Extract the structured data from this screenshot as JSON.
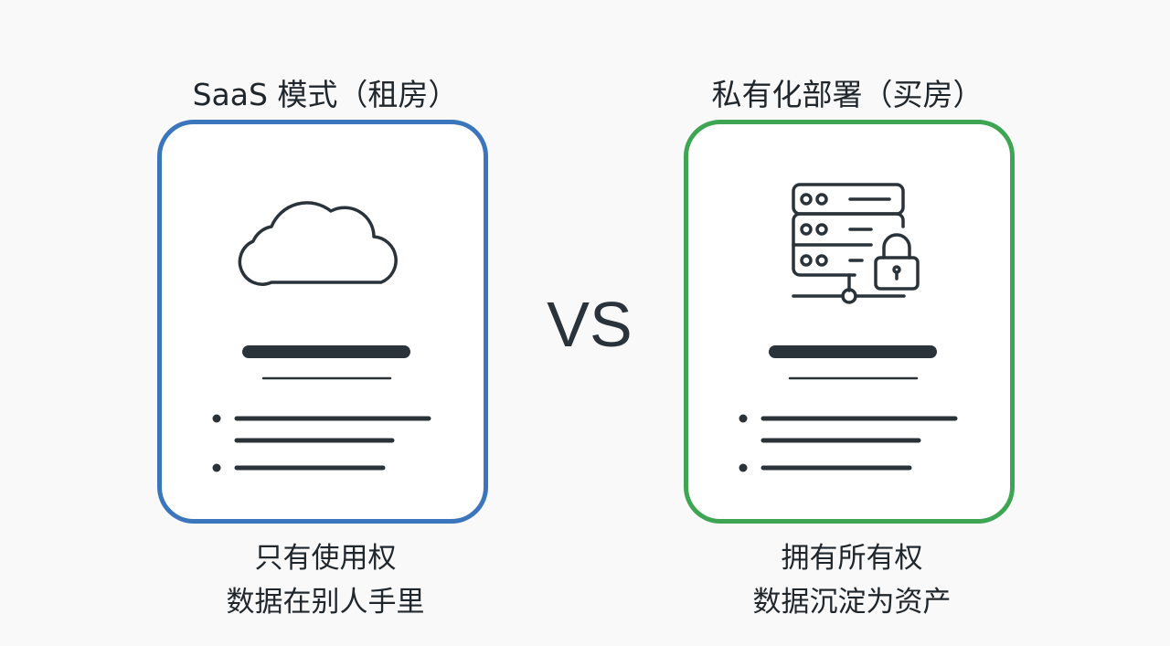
{
  "left": {
    "title": "SaaS 模式（租房）",
    "caption_line1": "只有使用权",
    "caption_line2": "数据在别人手里",
    "icon": "cloud-icon",
    "border_color": "#3b76bd"
  },
  "right": {
    "title": "私有化部署（买房）",
    "caption_line1": "拥有所有权",
    "caption_line2": "数据沉淀为资产",
    "icon": "server-lock-icon",
    "border_color": "#3ea653"
  },
  "vs_label": "VS"
}
